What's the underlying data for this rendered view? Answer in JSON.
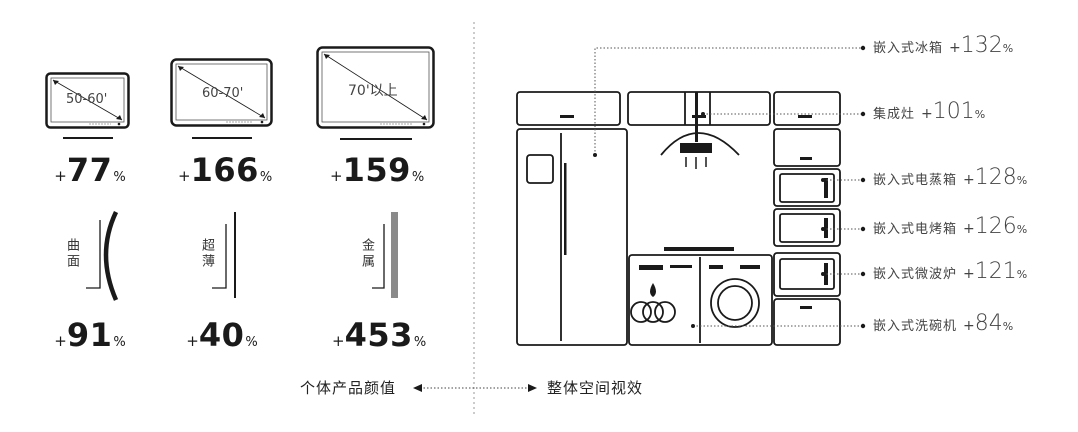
{
  "left_panel": {
    "tvs": [
      {
        "label": "50-60'",
        "value": "77"
      },
      {
        "label": "60-70'",
        "value": "166"
      },
      {
        "label": "70'以上",
        "value": "159"
      }
    ],
    "materials": [
      {
        "label": "曲面",
        "value": "91"
      },
      {
        "label": "超薄",
        "value": "40"
      },
      {
        "label": "金属",
        "value": "453"
      }
    ],
    "plus": "+",
    "pct": "%"
  },
  "callouts": [
    {
      "label": "嵌入式冰箱",
      "value": "132"
    },
    {
      "label": "集成灶",
      "value": "101"
    },
    {
      "label": "嵌入式电蒸箱",
      "value": "128"
    },
    {
      "label": "嵌入式电烤箱",
      "value": "126"
    },
    {
      "label": "嵌入式微波炉",
      "value": "121"
    },
    {
      "label": "嵌入式洗碗机",
      "value": "84"
    }
  ],
  "bottom": {
    "left_label": "个体产品颜值",
    "right_label": "整体空间视效"
  },
  "colors": {
    "line": "#1a1a1a",
    "metal": "#8a8a8a",
    "divider": "#9a9a9a"
  }
}
